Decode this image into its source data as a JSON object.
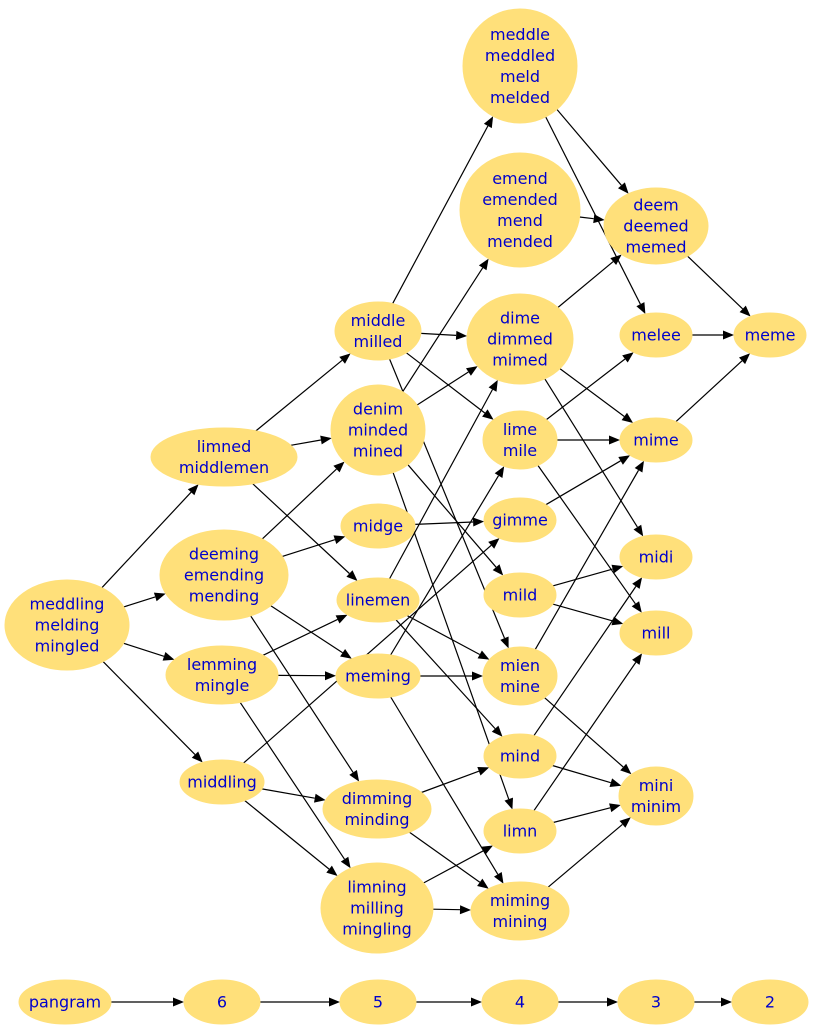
{
  "colors": {
    "node_fill": "#ffe07a",
    "label": "#0000cc",
    "edge": "#000000",
    "background": "#ffffff"
  },
  "nodes": [
    {
      "id": "n1",
      "lines": [
        "meddling",
        "melding",
        "mingled"
      ]
    },
    {
      "id": "n2",
      "lines": [
        "limned",
        "middlemen"
      ]
    },
    {
      "id": "n3",
      "lines": [
        "deeming",
        "emending",
        "mending"
      ]
    },
    {
      "id": "n4",
      "lines": [
        "lemming",
        "mingle"
      ]
    },
    {
      "id": "n5",
      "lines": [
        "middling"
      ]
    },
    {
      "id": "n6",
      "lines": [
        "middle",
        "milled"
      ]
    },
    {
      "id": "n7",
      "lines": [
        "denim",
        "minded",
        "mined"
      ]
    },
    {
      "id": "n8",
      "lines": [
        "midge"
      ]
    },
    {
      "id": "n9",
      "lines": [
        "linemen"
      ]
    },
    {
      "id": "n10",
      "lines": [
        "meming"
      ]
    },
    {
      "id": "n11",
      "lines": [
        "dimming",
        "minding"
      ]
    },
    {
      "id": "n12",
      "lines": [
        "limning",
        "milling",
        "mingling"
      ]
    },
    {
      "id": "n13",
      "lines": [
        "meddle",
        "meddled",
        "meld",
        "melded"
      ]
    },
    {
      "id": "n14",
      "lines": [
        "emend",
        "emended",
        "mend",
        "mended"
      ]
    },
    {
      "id": "n15",
      "lines": [
        "dime",
        "dimmed",
        "mimed"
      ]
    },
    {
      "id": "n16",
      "lines": [
        "lime",
        "mile"
      ]
    },
    {
      "id": "n17",
      "lines": [
        "gimme"
      ]
    },
    {
      "id": "n18",
      "lines": [
        "mild"
      ]
    },
    {
      "id": "n19",
      "lines": [
        "mien",
        "mine"
      ]
    },
    {
      "id": "n20",
      "lines": [
        "mind"
      ]
    },
    {
      "id": "n21",
      "lines": [
        "limn"
      ]
    },
    {
      "id": "n22",
      "lines": [
        "miming",
        "mining"
      ]
    },
    {
      "id": "n23",
      "lines": [
        "deem",
        "deemed",
        "memed"
      ]
    },
    {
      "id": "n24",
      "lines": [
        "melee"
      ]
    },
    {
      "id": "n25",
      "lines": [
        "mime"
      ]
    },
    {
      "id": "n26",
      "lines": [
        "midi"
      ]
    },
    {
      "id": "n27",
      "lines": [
        "mill"
      ]
    },
    {
      "id": "n28",
      "lines": [
        "mini",
        "minim"
      ]
    },
    {
      "id": "n29",
      "lines": [
        "meme"
      ]
    },
    {
      "id": "k1",
      "lines": [
        "pangram"
      ]
    },
    {
      "id": "k2",
      "lines": [
        "6"
      ]
    },
    {
      "id": "k3",
      "lines": [
        "5"
      ]
    },
    {
      "id": "k4",
      "lines": [
        "4"
      ]
    },
    {
      "id": "k5",
      "lines": [
        "3"
      ]
    },
    {
      "id": "k6",
      "lines": [
        "2"
      ]
    }
  ],
  "edges": [
    [
      "n1",
      "n2"
    ],
    [
      "n1",
      "n3"
    ],
    [
      "n1",
      "n4"
    ],
    [
      "n1",
      "n5"
    ],
    [
      "n2",
      "n6"
    ],
    [
      "n2",
      "n7"
    ],
    [
      "n2",
      "n9"
    ],
    [
      "n3",
      "n7"
    ],
    [
      "n3",
      "n8"
    ],
    [
      "n3",
      "n10"
    ],
    [
      "n3",
      "n11"
    ],
    [
      "n4",
      "n9"
    ],
    [
      "n4",
      "n10"
    ],
    [
      "n4",
      "n12"
    ],
    [
      "n5",
      "n17"
    ],
    [
      "n5",
      "n11"
    ],
    [
      "n5",
      "n12"
    ],
    [
      "n6",
      "n13"
    ],
    [
      "n6",
      "n15"
    ],
    [
      "n6",
      "n16"
    ],
    [
      "n6",
      "n19"
    ],
    [
      "n7",
      "n14"
    ],
    [
      "n7",
      "n15"
    ],
    [
      "n7",
      "n18"
    ],
    [
      "n7",
      "n21"
    ],
    [
      "n8",
      "n17"
    ],
    [
      "n9",
      "n15"
    ],
    [
      "n9",
      "n19"
    ],
    [
      "n9",
      "n20"
    ],
    [
      "n10",
      "n16"
    ],
    [
      "n10",
      "n19"
    ],
    [
      "n10",
      "n22"
    ],
    [
      "n11",
      "n20"
    ],
    [
      "n11",
      "n22"
    ],
    [
      "n12",
      "n21"
    ],
    [
      "n12",
      "n22"
    ],
    [
      "n13",
      "n23"
    ],
    [
      "n13",
      "n24"
    ],
    [
      "n14",
      "n23"
    ],
    [
      "n15",
      "n23"
    ],
    [
      "n15",
      "n25"
    ],
    [
      "n15",
      "n26"
    ],
    [
      "n16",
      "n24"
    ],
    [
      "n16",
      "n25"
    ],
    [
      "n16",
      "n27"
    ],
    [
      "n17",
      "n25"
    ],
    [
      "n18",
      "n26"
    ],
    [
      "n18",
      "n27"
    ],
    [
      "n19",
      "n25"
    ],
    [
      "n19",
      "n28"
    ],
    [
      "n20",
      "n26"
    ],
    [
      "n20",
      "n28"
    ],
    [
      "n21",
      "n27"
    ],
    [
      "n21",
      "n28"
    ],
    [
      "n22",
      "n28"
    ],
    [
      "n23",
      "n29"
    ],
    [
      "n24",
      "n29"
    ],
    [
      "n25",
      "n29"
    ],
    [
      "k1",
      "k2"
    ],
    [
      "k2",
      "k3"
    ],
    [
      "k3",
      "k4"
    ],
    [
      "k4",
      "k5"
    ],
    [
      "k5",
      "k6"
    ]
  ]
}
